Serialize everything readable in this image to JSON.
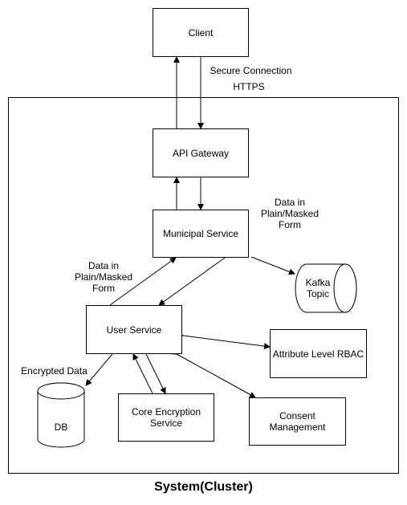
{
  "diagram": {
    "cluster_title": "System(Cluster)",
    "nodes": {
      "client": "Client",
      "api_gateway": "API Gateway",
      "municipal_service": "Municipal Service",
      "user_service": "User Service",
      "kafka_topic": "Kafka\nTopic",
      "attribute_rbac": "Attribute Level RBAC",
      "db": "DB",
      "core_encryption": "Core Encryption\nService",
      "consent_management": "Consent\nManagement"
    },
    "edge_labels": {
      "secure_connection": "Secure Connection",
      "https": "HTTPS",
      "data_plain_masked_right": "Data in\nPlain/Masked\nForm",
      "data_plain_masked_left": "Data in\nPlain/Masked\nForm",
      "encrypted_data": "Encrypted Data"
    }
  }
}
